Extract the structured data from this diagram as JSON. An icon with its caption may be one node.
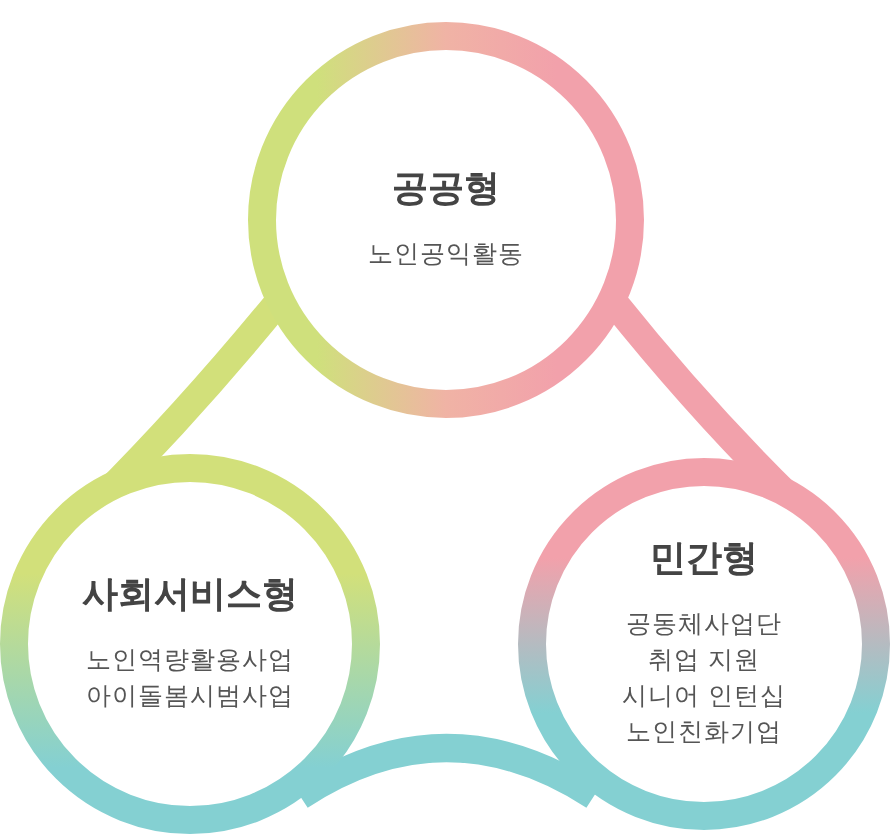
{
  "diagram": {
    "nodes": [
      {
        "text": [
          "공공형",
          "노인공익활동"
        ]
      },
      {
        "text": [
          "사회서비스형",
          "노인역량활용사업",
          "아이돌봄시범사업"
        ]
      },
      {
        "text": [
          "민간형",
          "공동체사업단",
          "취업 지원",
          "시니어 인턴십",
          "노인친화기업"
        ]
      }
    ]
  }
}
